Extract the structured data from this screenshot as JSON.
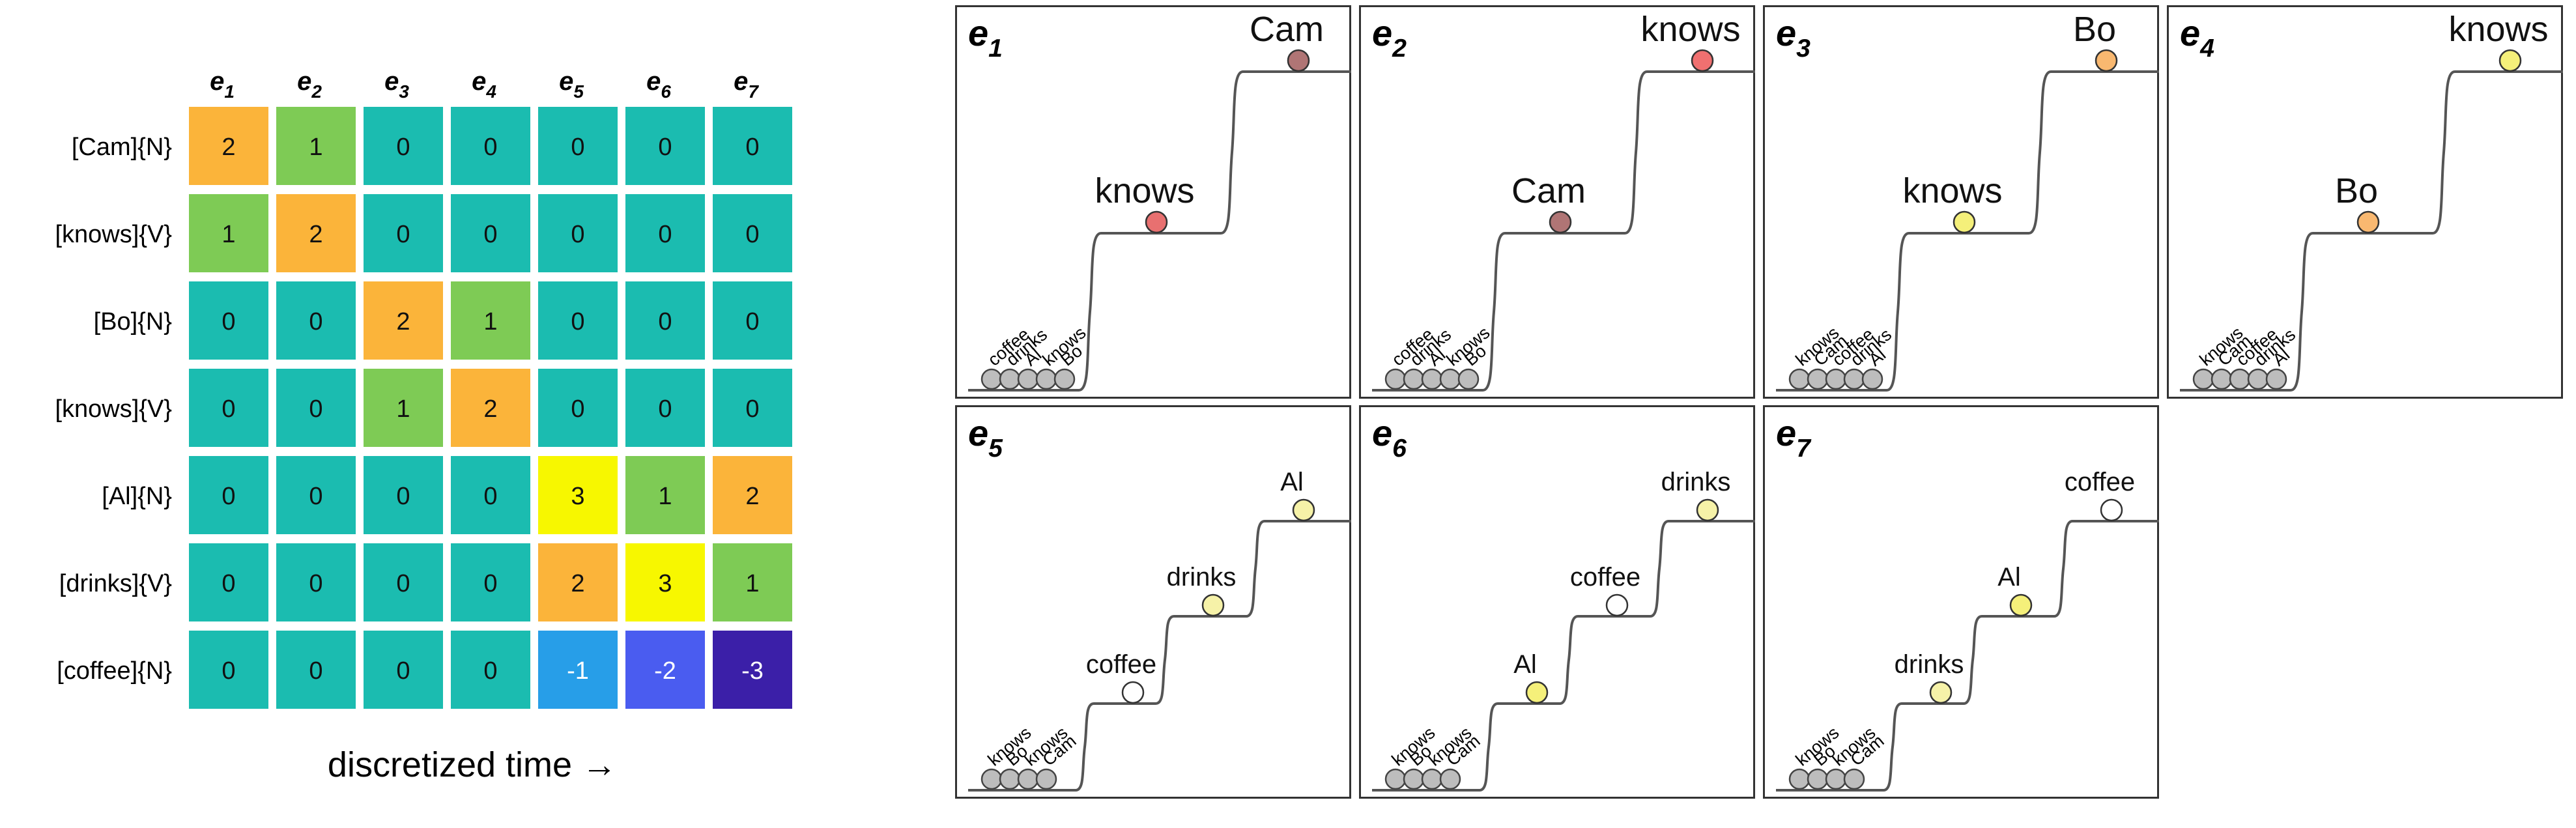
{
  "heatmap": {
    "columns": [
      {
        "base": "e",
        "sub": "1"
      },
      {
        "base": "e",
        "sub": "2"
      },
      {
        "base": "e",
        "sub": "3"
      },
      {
        "base": "e",
        "sub": "4"
      },
      {
        "base": "e",
        "sub": "5"
      },
      {
        "base": "e",
        "sub": "6"
      },
      {
        "base": "e",
        "sub": "7"
      }
    ],
    "rows": [
      "[Cam]{N}",
      "[knows]{V}",
      "[Bo]{N}",
      "[knows]{V}",
      "[Al]{N}",
      "[drinks]{V}",
      "[coffee]{N}"
    ],
    "values": [
      [
        2,
        1,
        0,
        0,
        0,
        0,
        0
      ],
      [
        1,
        2,
        0,
        0,
        0,
        0,
        0
      ],
      [
        0,
        0,
        2,
        1,
        0,
        0,
        0
      ],
      [
        0,
        0,
        1,
        2,
        0,
        0,
        0
      ],
      [
        0,
        0,
        0,
        0,
        3,
        1,
        2
      ],
      [
        0,
        0,
        0,
        0,
        2,
        3,
        1
      ],
      [
        0,
        0,
        0,
        0,
        -1,
        -2,
        -3
      ]
    ],
    "xlabel": "discretized time →",
    "colors": {
      "3": "#f7f700",
      "2": "#fbb43a",
      "1": "#7ecb55",
      "0": "#1bbcb0",
      "-1": "#279ee8",
      "-2": "#4a5cf0",
      "-3": "#3b1fa8"
    },
    "light_text_values": [
      -1,
      -2,
      -3
    ]
  },
  "panels": [
    {
      "title": {
        "base": "e",
        "sub": "1"
      },
      "steps": 3,
      "pile": [
        "coffee",
        "drinks",
        "Al",
        "knows",
        "Bo"
      ],
      "balls": [
        {
          "step": 1,
          "label": "knows",
          "color": "#e87070"
        },
        {
          "step": 2,
          "label": "Cam",
          "color": "#b07575"
        }
      ]
    },
    {
      "title": {
        "base": "e",
        "sub": "2"
      },
      "steps": 3,
      "pile": [
        "coffee",
        "drinks",
        "Al",
        "knows",
        "Bo"
      ],
      "balls": [
        {
          "step": 1,
          "label": "Cam",
          "color": "#b07575"
        },
        {
          "step": 2,
          "label": "knows",
          "color": "#f07070"
        }
      ]
    },
    {
      "title": {
        "base": "e",
        "sub": "3"
      },
      "steps": 3,
      "pile": [
        "knows",
        "Cam",
        "coffee",
        "drinks",
        "Al"
      ],
      "balls": [
        {
          "step": 1,
          "label": "knows",
          "color": "#f5f07a"
        },
        {
          "step": 2,
          "label": "Bo",
          "color": "#f9b870"
        }
      ]
    },
    {
      "title": {
        "base": "e",
        "sub": "4"
      },
      "steps": 3,
      "pile": [
        "knows",
        "Cam",
        "coffee",
        "drinks",
        "Al"
      ],
      "balls": [
        {
          "step": 1,
          "label": "Bo",
          "color": "#f9b870"
        },
        {
          "step": 2,
          "label": "knows",
          "color": "#f5f07a"
        }
      ]
    },
    {
      "title": {
        "base": "e",
        "sub": "5"
      },
      "steps": 4,
      "pile": [
        "knows",
        "Bo",
        "knows",
        "Cam"
      ],
      "balls": [
        {
          "step": 1,
          "label": "coffee",
          "color": "#ffffff"
        },
        {
          "step": 2,
          "label": "drinks",
          "color": "#f6f2a8"
        },
        {
          "step": 3,
          "label": "Al",
          "color": "#f6f2a8"
        }
      ]
    },
    {
      "title": {
        "base": "e",
        "sub": "6"
      },
      "steps": 4,
      "pile": [
        "knows",
        "Bo",
        "knows",
        "Cam"
      ],
      "balls": [
        {
          "step": 1,
          "label": "Al",
          "color": "#f5f07a"
        },
        {
          "step": 2,
          "label": "coffee",
          "color": "#ffffff"
        },
        {
          "step": 3,
          "label": "drinks",
          "color": "#f6f2a8"
        }
      ]
    },
    {
      "title": {
        "base": "e",
        "sub": "7"
      },
      "steps": 4,
      "pile": [
        "knows",
        "Bo",
        "knows",
        "Cam"
      ],
      "balls": [
        {
          "step": 1,
          "label": "drinks",
          "color": "#f6f2a8"
        },
        {
          "step": 2,
          "label": "Al",
          "color": "#f5f07a"
        },
        {
          "step": 3,
          "label": "coffee",
          "color": "#ffffff"
        }
      ]
    }
  ]
}
